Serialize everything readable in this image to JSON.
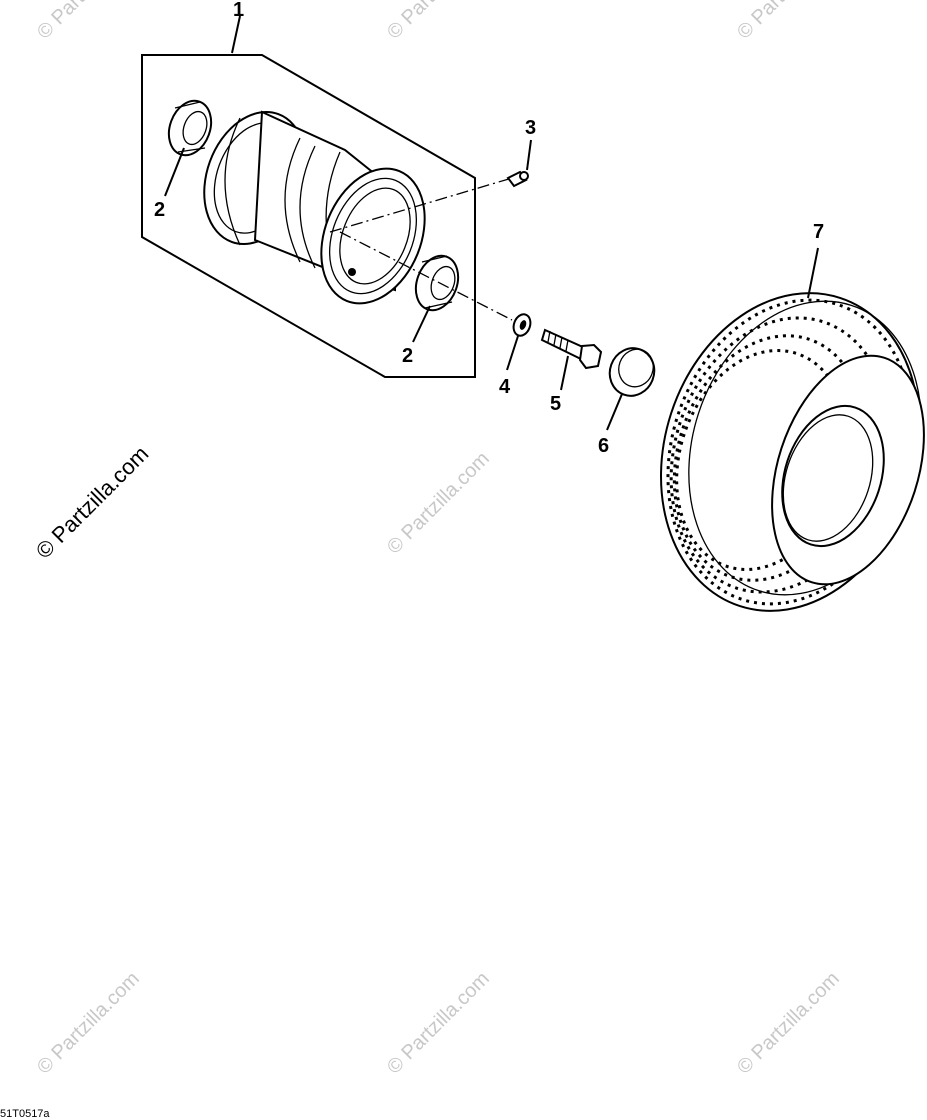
{
  "callouts": [
    "1",
    "2",
    "2",
    "3",
    "4",
    "5",
    "6",
    "7"
  ],
  "watermark": "© Partzilla.com",
  "figure_code": "51T0517a",
  "icons": {
    "hub": "wheel-hub-icon",
    "bearing": "bearing-icon",
    "fitting": "grease-fitting-icon",
    "washer": "washer-icon",
    "bolt": "bolt-icon",
    "cap": "dust-cap-icon",
    "tire": "tire-icon"
  }
}
